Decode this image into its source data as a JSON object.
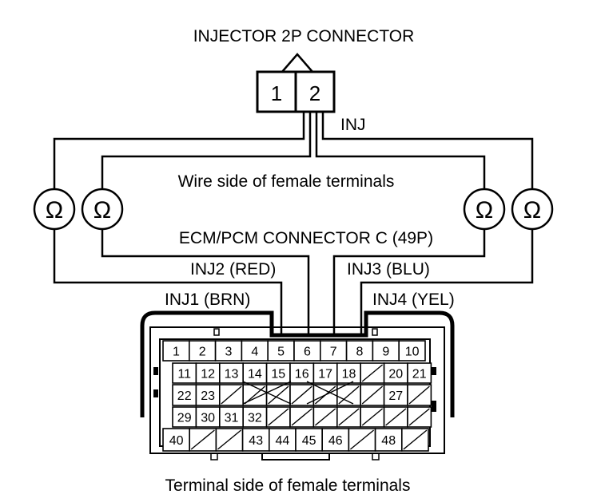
{
  "labels": {
    "title": "INJECTOR 2P CONNECTOR",
    "inj": "INJ",
    "wire_side": "Wire side of female terminals",
    "ecm": "ECM/PCM CONNECTOR C (49P)",
    "inj1": "INJ1 (BRN)",
    "inj2": "INJ2 (RED)",
    "inj3": "INJ3 (BLU)",
    "inj4": "INJ4 (YEL)",
    "terminal_side": "Terminal side of female terminals"
  },
  "injector_pins": [
    "1",
    "2"
  ],
  "ohm_symbol": "Ω",
  "ecm_rows": [
    [
      "1",
      "2",
      "3",
      "4",
      "5",
      "6",
      "7",
      "8",
      "9",
      "10"
    ],
    [
      "11",
      "12",
      "13",
      "14",
      "15",
      "16",
      "17",
      "18",
      "",
      "20",
      "21"
    ],
    [
      "22",
      "23",
      "",
      "",
      "",
      "",
      "",
      "",
      "",
      "27",
      ""
    ],
    [
      "29",
      "30",
      "31",
      "32",
      "",
      "",
      "",
      "",
      "",
      "",
      ""
    ],
    [
      "40",
      "",
      "",
      "43",
      "44",
      "45",
      "46",
      "",
      "48",
      ""
    ]
  ]
}
